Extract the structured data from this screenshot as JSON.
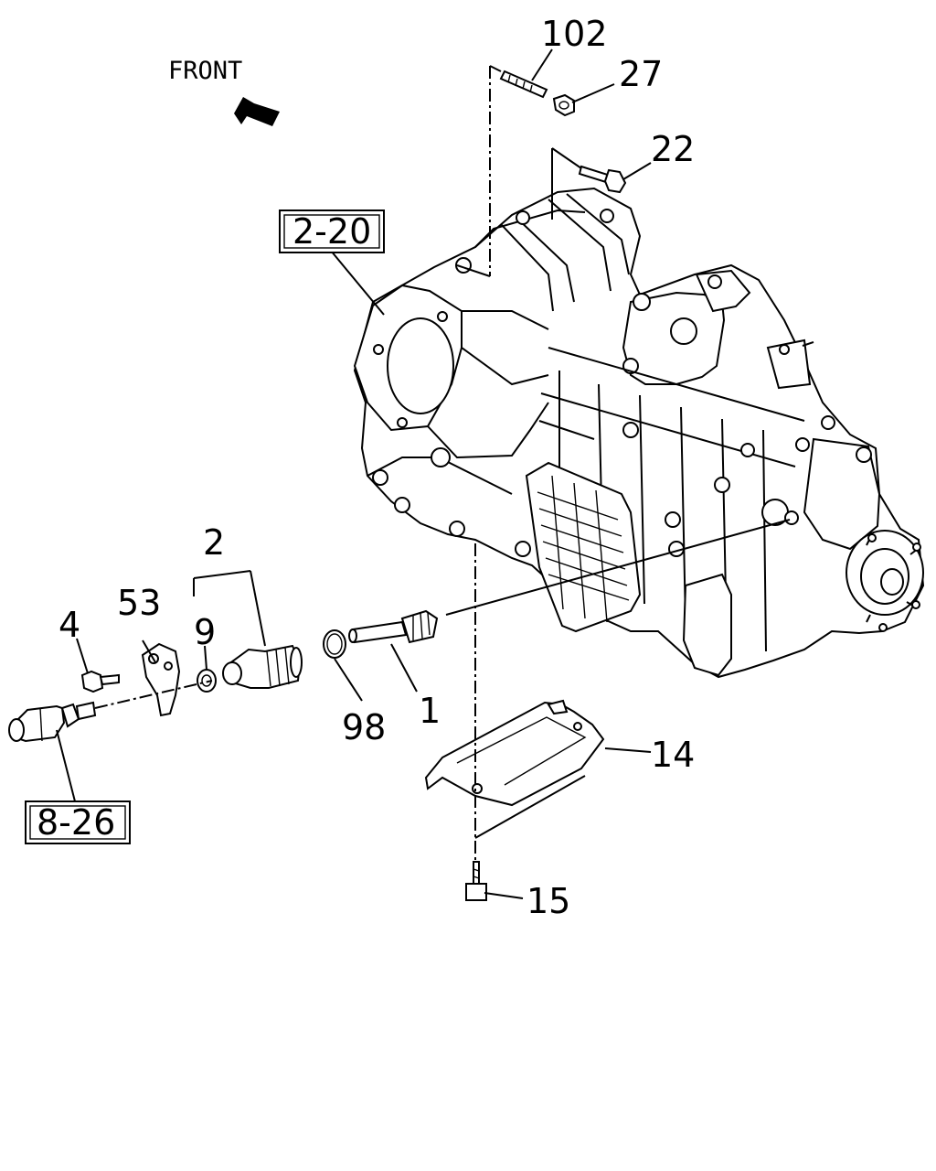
{
  "front_label": "FRONT",
  "refs": {
    "transmission": "2-20",
    "sensor": "8-26"
  },
  "callouts": {
    "p102": "102",
    "p27": "27",
    "p22": "22",
    "p2": "2",
    "p53": "53",
    "p4": "4",
    "p9": "9",
    "p98": "98",
    "p1": "1",
    "p14": "14",
    "p15": "15"
  }
}
